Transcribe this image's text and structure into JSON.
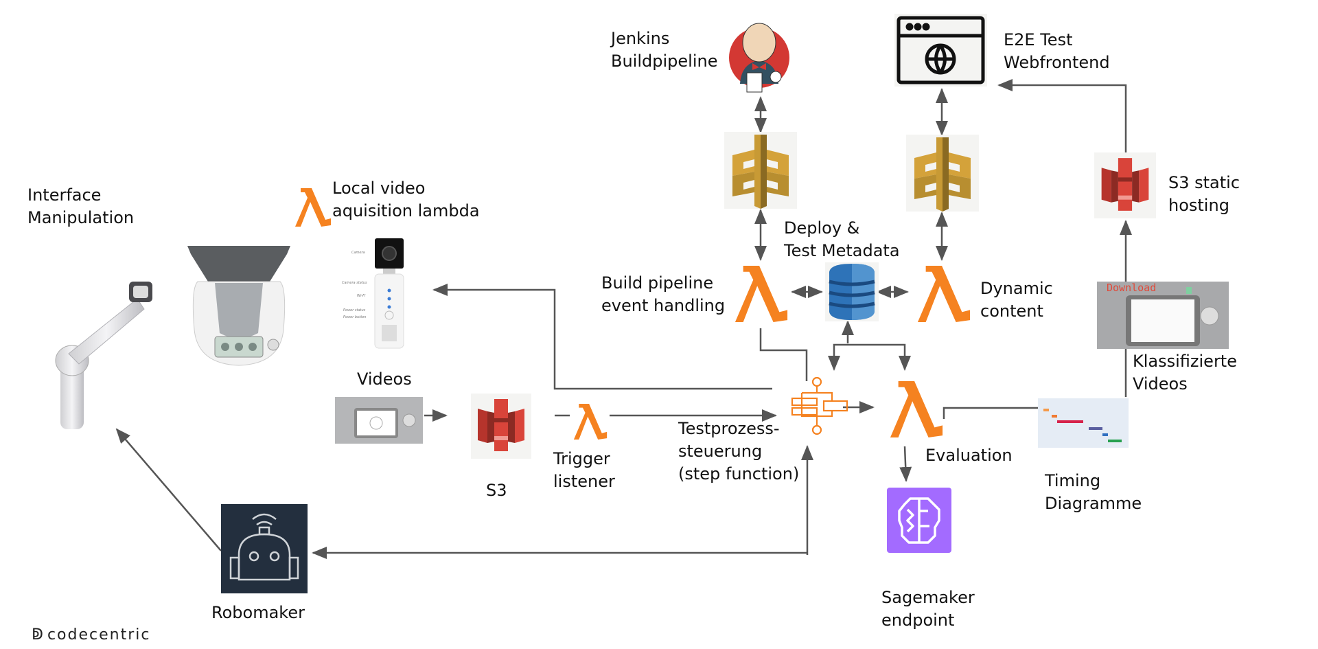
{
  "diagram": {
    "labels": {
      "interface_manipulation": "Interface\nManipulation",
      "local_video_lambda": "Local video\naquisition lambda",
      "videos": "Videos",
      "s3": "S3",
      "trigger_listener": "Trigger\nlistener",
      "testprozess": "Testprozess-\nsteuerung\n(step function)",
      "robomaker": "Robomaker",
      "jenkins": "Jenkins\nBuildpipeline",
      "build_pipeline_event": "Build pipeline\nevent handling",
      "deploy_metadata": "Deploy &\nTest Metadata",
      "e2e_web": "E2E Test\nWebfrontend",
      "dynamic_content": "Dynamic\ncontent",
      "evaluation": "Evaluation",
      "sagemaker": "Sagemaker\nendpoint",
      "s3_static": "S3 static\nhosting",
      "klassifizierte": "Klassifizierte\nVideos",
      "timing": "Timing\nDiagramme",
      "download_overlay": "Download"
    },
    "camera_callouts": [
      "Camera",
      "Camera status",
      "Wi-Fi",
      "Power status",
      "Power button"
    ],
    "brand": "codecentric",
    "colors": {
      "lambda": "#f58220",
      "s3": "#d9443a",
      "api_gateway": "#d4a23a",
      "dynamodb": "#2e73b8",
      "sagemaker": "#a36bff",
      "robomaker": "#232f3e",
      "arrow": "#555555",
      "jenkins_red": "#d33833"
    }
  }
}
